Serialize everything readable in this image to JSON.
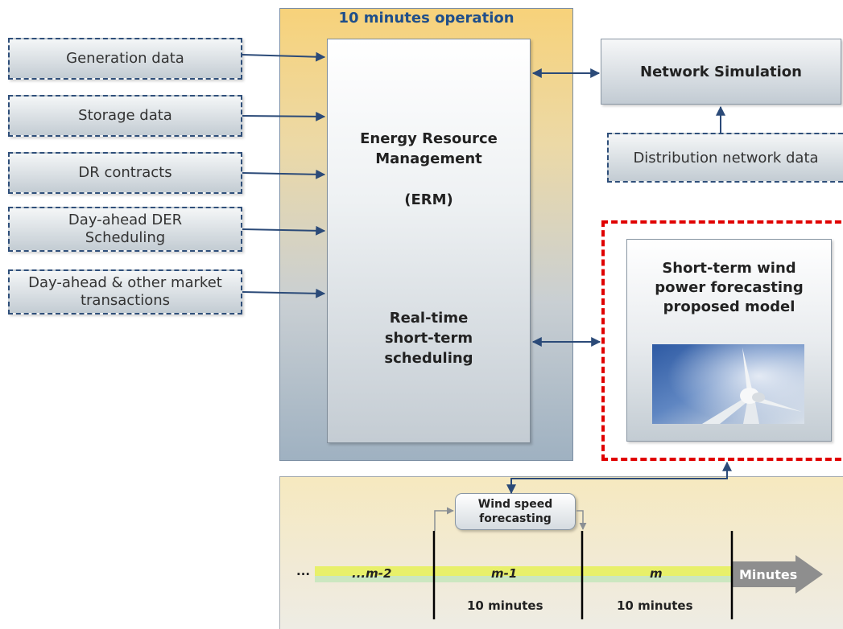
{
  "operation": {
    "title": "10 minutes operation"
  },
  "inputs": [
    {
      "label": "Generation data"
    },
    {
      "label": "Storage data"
    },
    {
      "label": "DR contracts"
    },
    {
      "label": "Day-ahead DER\nScheduling"
    },
    {
      "label": "Day-ahead & other market\ntransactions"
    }
  ],
  "erm": {
    "title_line1": "Energy Resource",
    "title_line2": "Management",
    "abbr": "(ERM)",
    "rt_line1": "Real-time",
    "rt_line2": "short-term",
    "rt_line3": "scheduling"
  },
  "network": {
    "simulation_label": "Network Simulation",
    "data_label": "Distribution network data"
  },
  "wind_model": {
    "title": "Short-term wind\npower forecasting\nproposed model",
    "image_icon": "wind-turbine-photo"
  },
  "timeline": {
    "forecast_label": "Wind speed\nforecasting",
    "ellipsis": "...",
    "period_labels": [
      "...m-2",
      "m-1",
      "m"
    ],
    "axis_label": "Minutes",
    "durations": [
      "10 minutes",
      "10 minutes"
    ]
  },
  "colors": {
    "arrow": "#2b4a78",
    "dashed_border": "#2f4f7a",
    "highlight_frame": "#e00000",
    "title_blue": "#1f4e8a",
    "timeline_bar": "#e8f06a"
  }
}
